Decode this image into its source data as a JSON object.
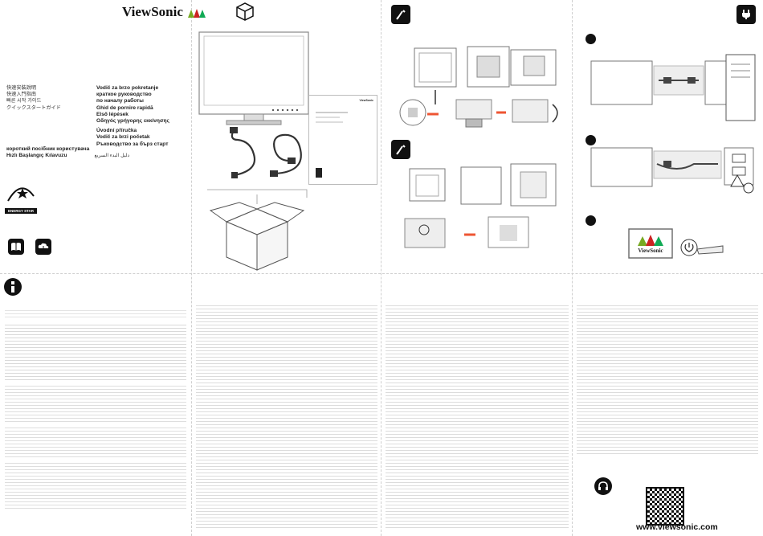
{
  "brand": {
    "logo": "ViewSonic"
  },
  "quick_start": {
    "titles": [
      "快速安裝說明",
      "快速入門指南",
      "빠른 시작 가이드",
      "クイックスタートガイド",
      "Vodič za brzo pokretanje",
      "краткое руководство",
      "по началу работы",
      "Ghid de pornire rapidă",
      "Első lépések",
      "Οδηγός γρήγορης εκκίνησης",
      "Úvodní příručka",
      "Vodič za brzi početak",
      "Ръководство за бърз старт",
      "короткий посібник користувача",
      "Hızlı Başlangıç Kılavuzu",
      "دليل البدء السريع"
    ],
    "energy_star_label": "ENERGY STAR"
  },
  "panels": {
    "unbox_icon": "box-icon",
    "install_icon": "wrench-icon",
    "connect_icon": "plug-icon",
    "info_icon": "info-icon",
    "support_icon": "headset-icon",
    "book_icon": "book-icon",
    "cloud_icon": "cloud-download-icon"
  },
  "monitor_screen_brand": "ViewSonic",
  "website": "www.viewsonic.com",
  "colors": {
    "accent": "#111111",
    "line": "#cfcfcf"
  }
}
